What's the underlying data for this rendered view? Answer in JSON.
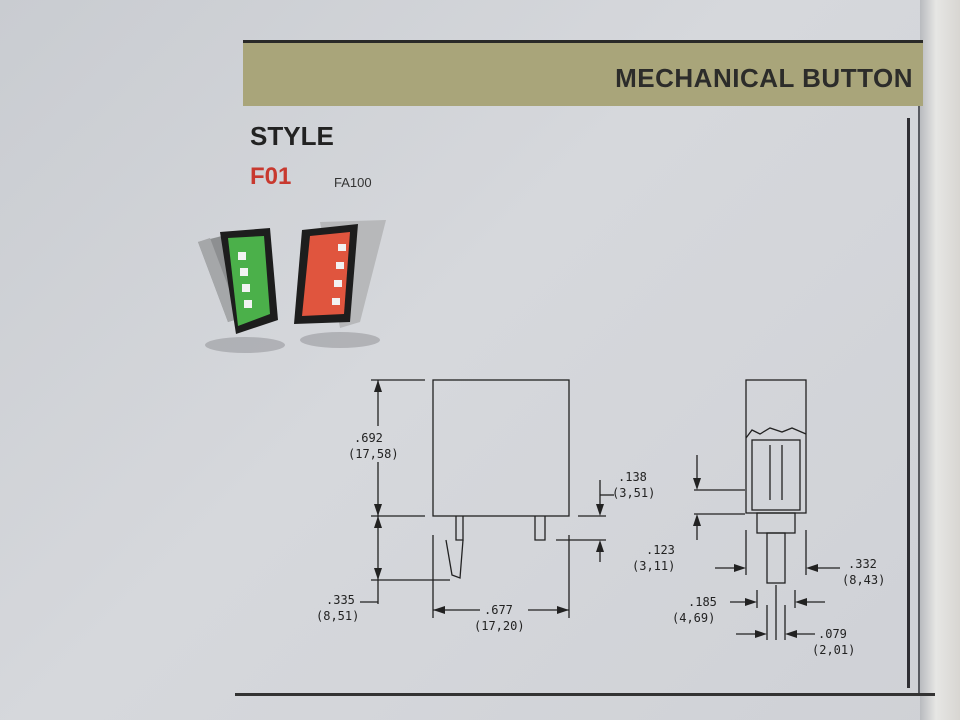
{
  "header": {
    "title": "MECHANICAL BUTTON"
  },
  "style": {
    "label": "STYLE",
    "code": "F01",
    "part": "FA100"
  },
  "colors": {
    "band": "#a9a57a",
    "accent_red": "#c8392f",
    "button_green": "#4bb04a",
    "button_red": "#e0553e"
  },
  "dimensions": {
    "height_in": ".692",
    "height_mm": "(17,58)",
    "lead_in": ".335",
    "lead_mm": "(8,51)",
    "width_in": ".677",
    "width_mm": "(17,20)",
    "standoff_in": ".138",
    "standoff_mm": "(3,51)",
    "pin_in": ".123",
    "pin_mm": "(3,11)",
    "depth_in": ".332",
    "depth_mm": "(8,43)",
    "pitch_in": ".185",
    "pitch_mm": "(4,69)",
    "pinwidth_in": ".079",
    "pinwidth_mm": "(2,01)"
  }
}
